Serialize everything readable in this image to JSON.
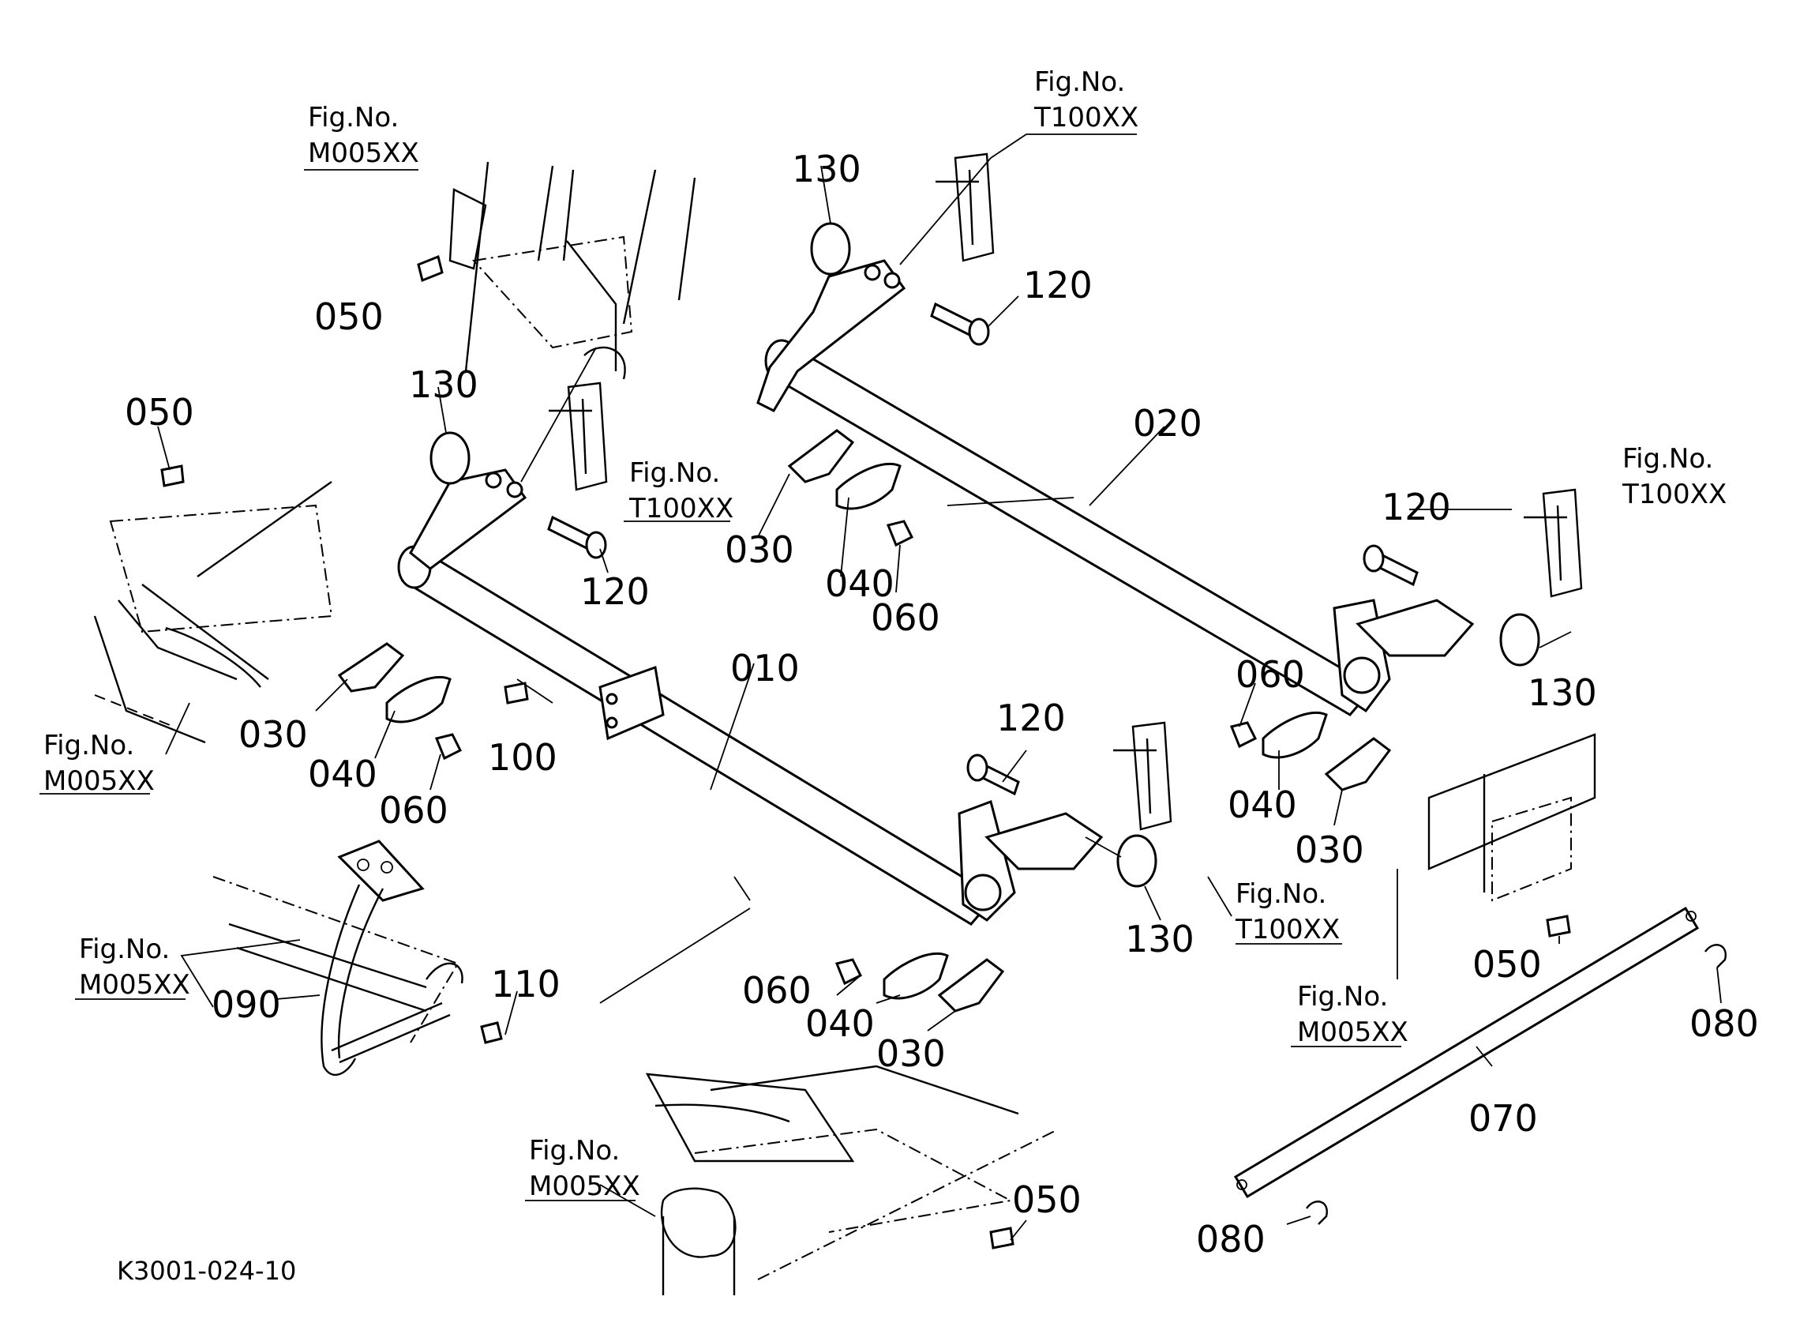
{
  "callouts": {
    "p010": "010",
    "p020": "020",
    "p030_a": "030",
    "p030_b": "030",
    "p030_c": "030",
    "p030_d": "030",
    "p040_a": "040",
    "p040_b": "040",
    "p040_c": "040",
    "p040_d": "040",
    "p050_a": "050",
    "p050_b": "050",
    "p050_c": "050",
    "p050_d": "050",
    "p060_a": "060",
    "p060_b": "060",
    "p060_c": "060",
    "p060_d": "060",
    "p070": "070",
    "p080_a": "080",
    "p080_b": "080",
    "p090": "090",
    "p100": "100",
    "p110": "110",
    "p120_a": "120",
    "p120_b": "120",
    "p120_c": "120",
    "p120_d": "120",
    "p130_a": "130",
    "p130_b": "130",
    "p130_c": "130",
    "p130_d": "130"
  },
  "figure_refs": {
    "label": "Fig.No.",
    "m005": "M005XX",
    "t100": "T100XX"
  },
  "drawing_code": "K3001-024-10"
}
